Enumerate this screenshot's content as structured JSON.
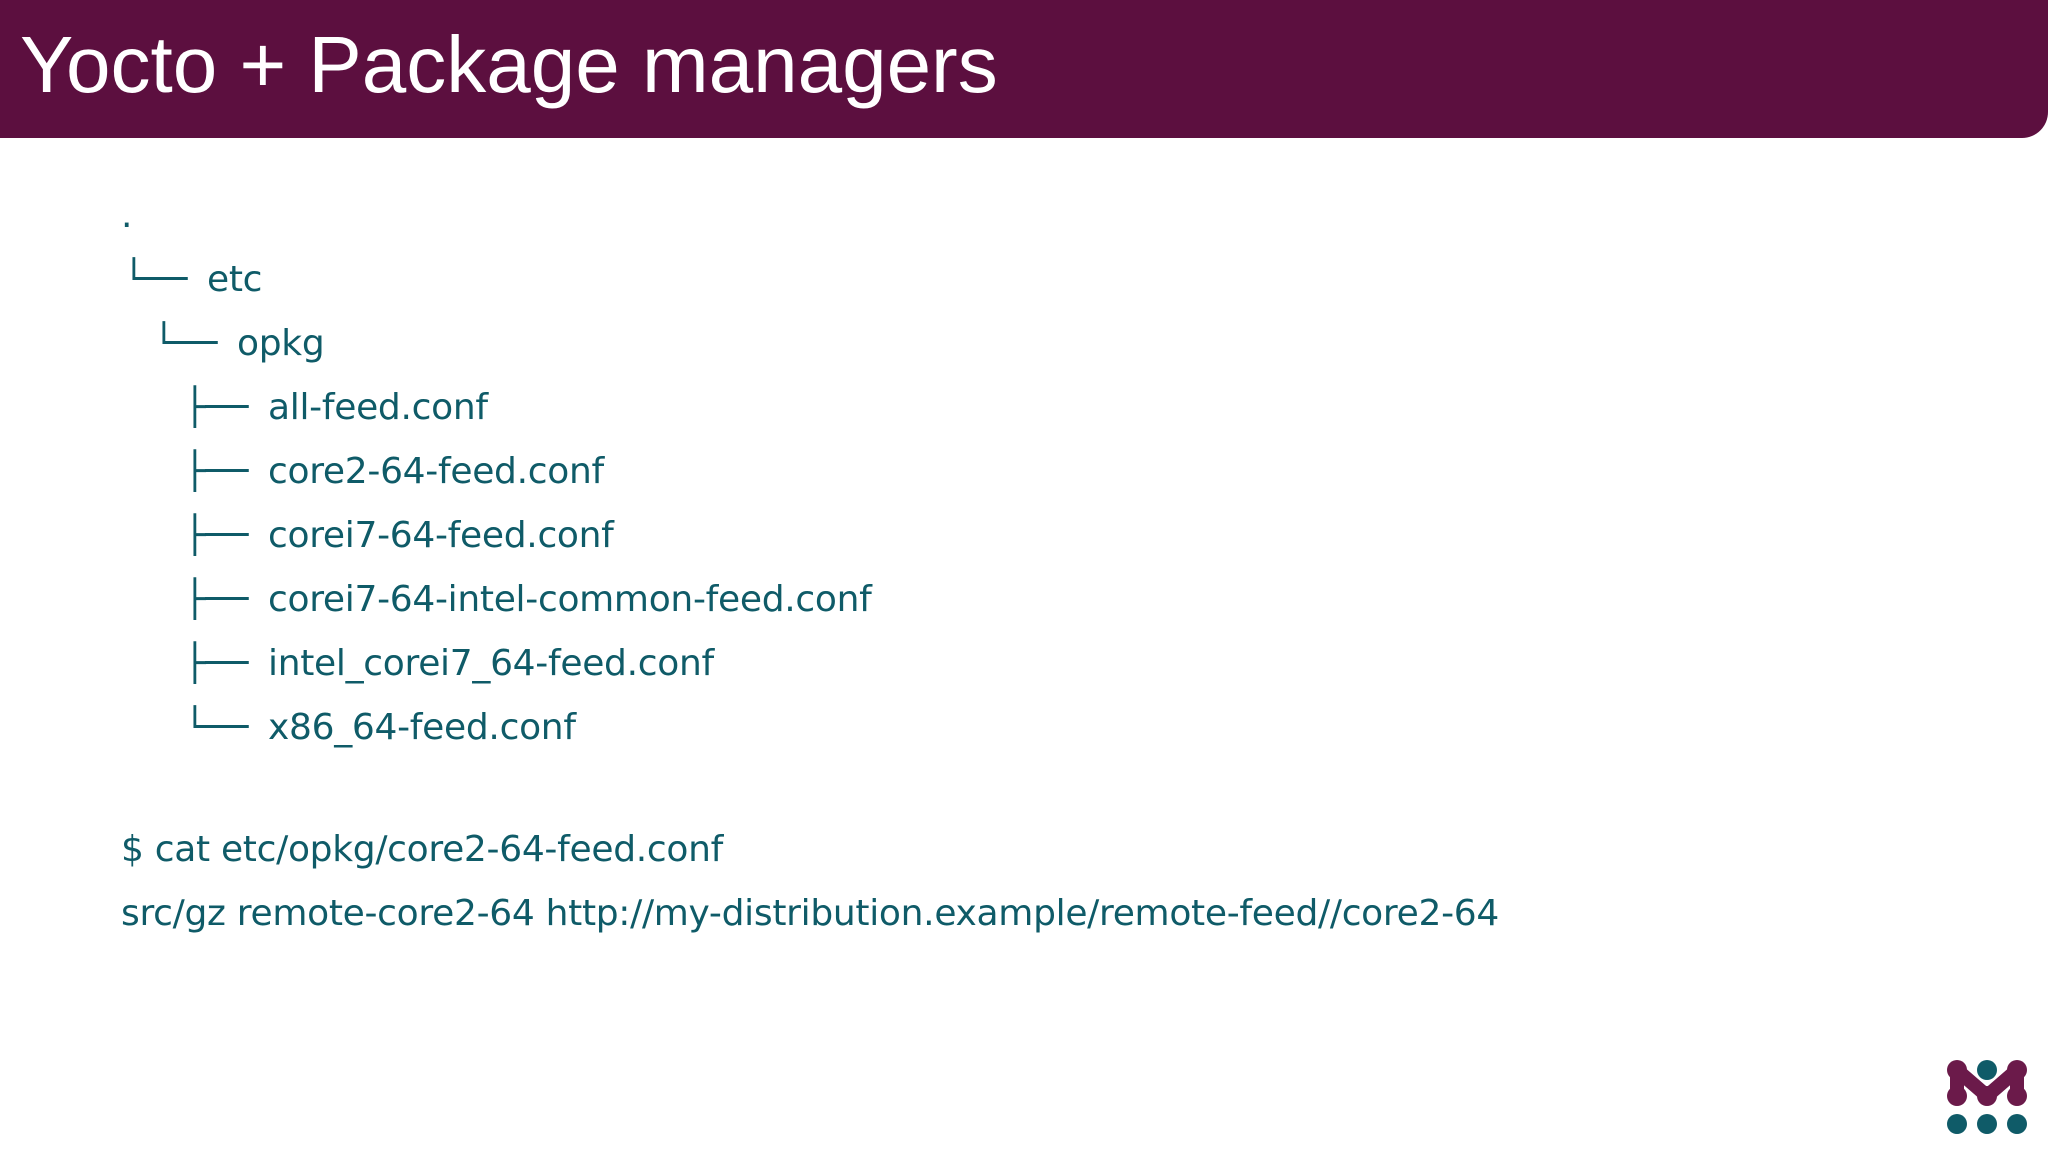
{
  "slide": {
    "title": "Yocto + Package managers"
  },
  "tree": {
    "root": ".",
    "lines": [
      {
        "prefix": "└──",
        "name": "etc"
      },
      {
        "prefix": "└──",
        "name": "opkg"
      },
      {
        "prefix": "├──",
        "name": "all-feed.conf"
      },
      {
        "prefix": "├──",
        "name": "core2-64-feed.conf"
      },
      {
        "prefix": "├──",
        "name": "corei7-64-feed.conf"
      },
      {
        "prefix": "├──",
        "name": "corei7-64-intel-common-feed.conf"
      },
      {
        "prefix": "├──",
        "name": "intel_corei7_64-feed.conf"
      },
      {
        "prefix": "└──",
        "name": "x86_64-feed.conf"
      }
    ]
  },
  "command": {
    "line1": "$ cat etc/opkg/core2-64-feed.conf",
    "line2": "src/gz remote-core2-64 http://my-distribution.example/remote-feed//core2-64"
  },
  "colors": {
    "title_bar": "#5c0f3f",
    "title_text": "#ffffff",
    "body_text": "#0f5b68",
    "logo_purple": "#6b1a4a",
    "logo_teal": "#0f5b68"
  },
  "logo": {
    "icon": "brand-logo-icon"
  }
}
